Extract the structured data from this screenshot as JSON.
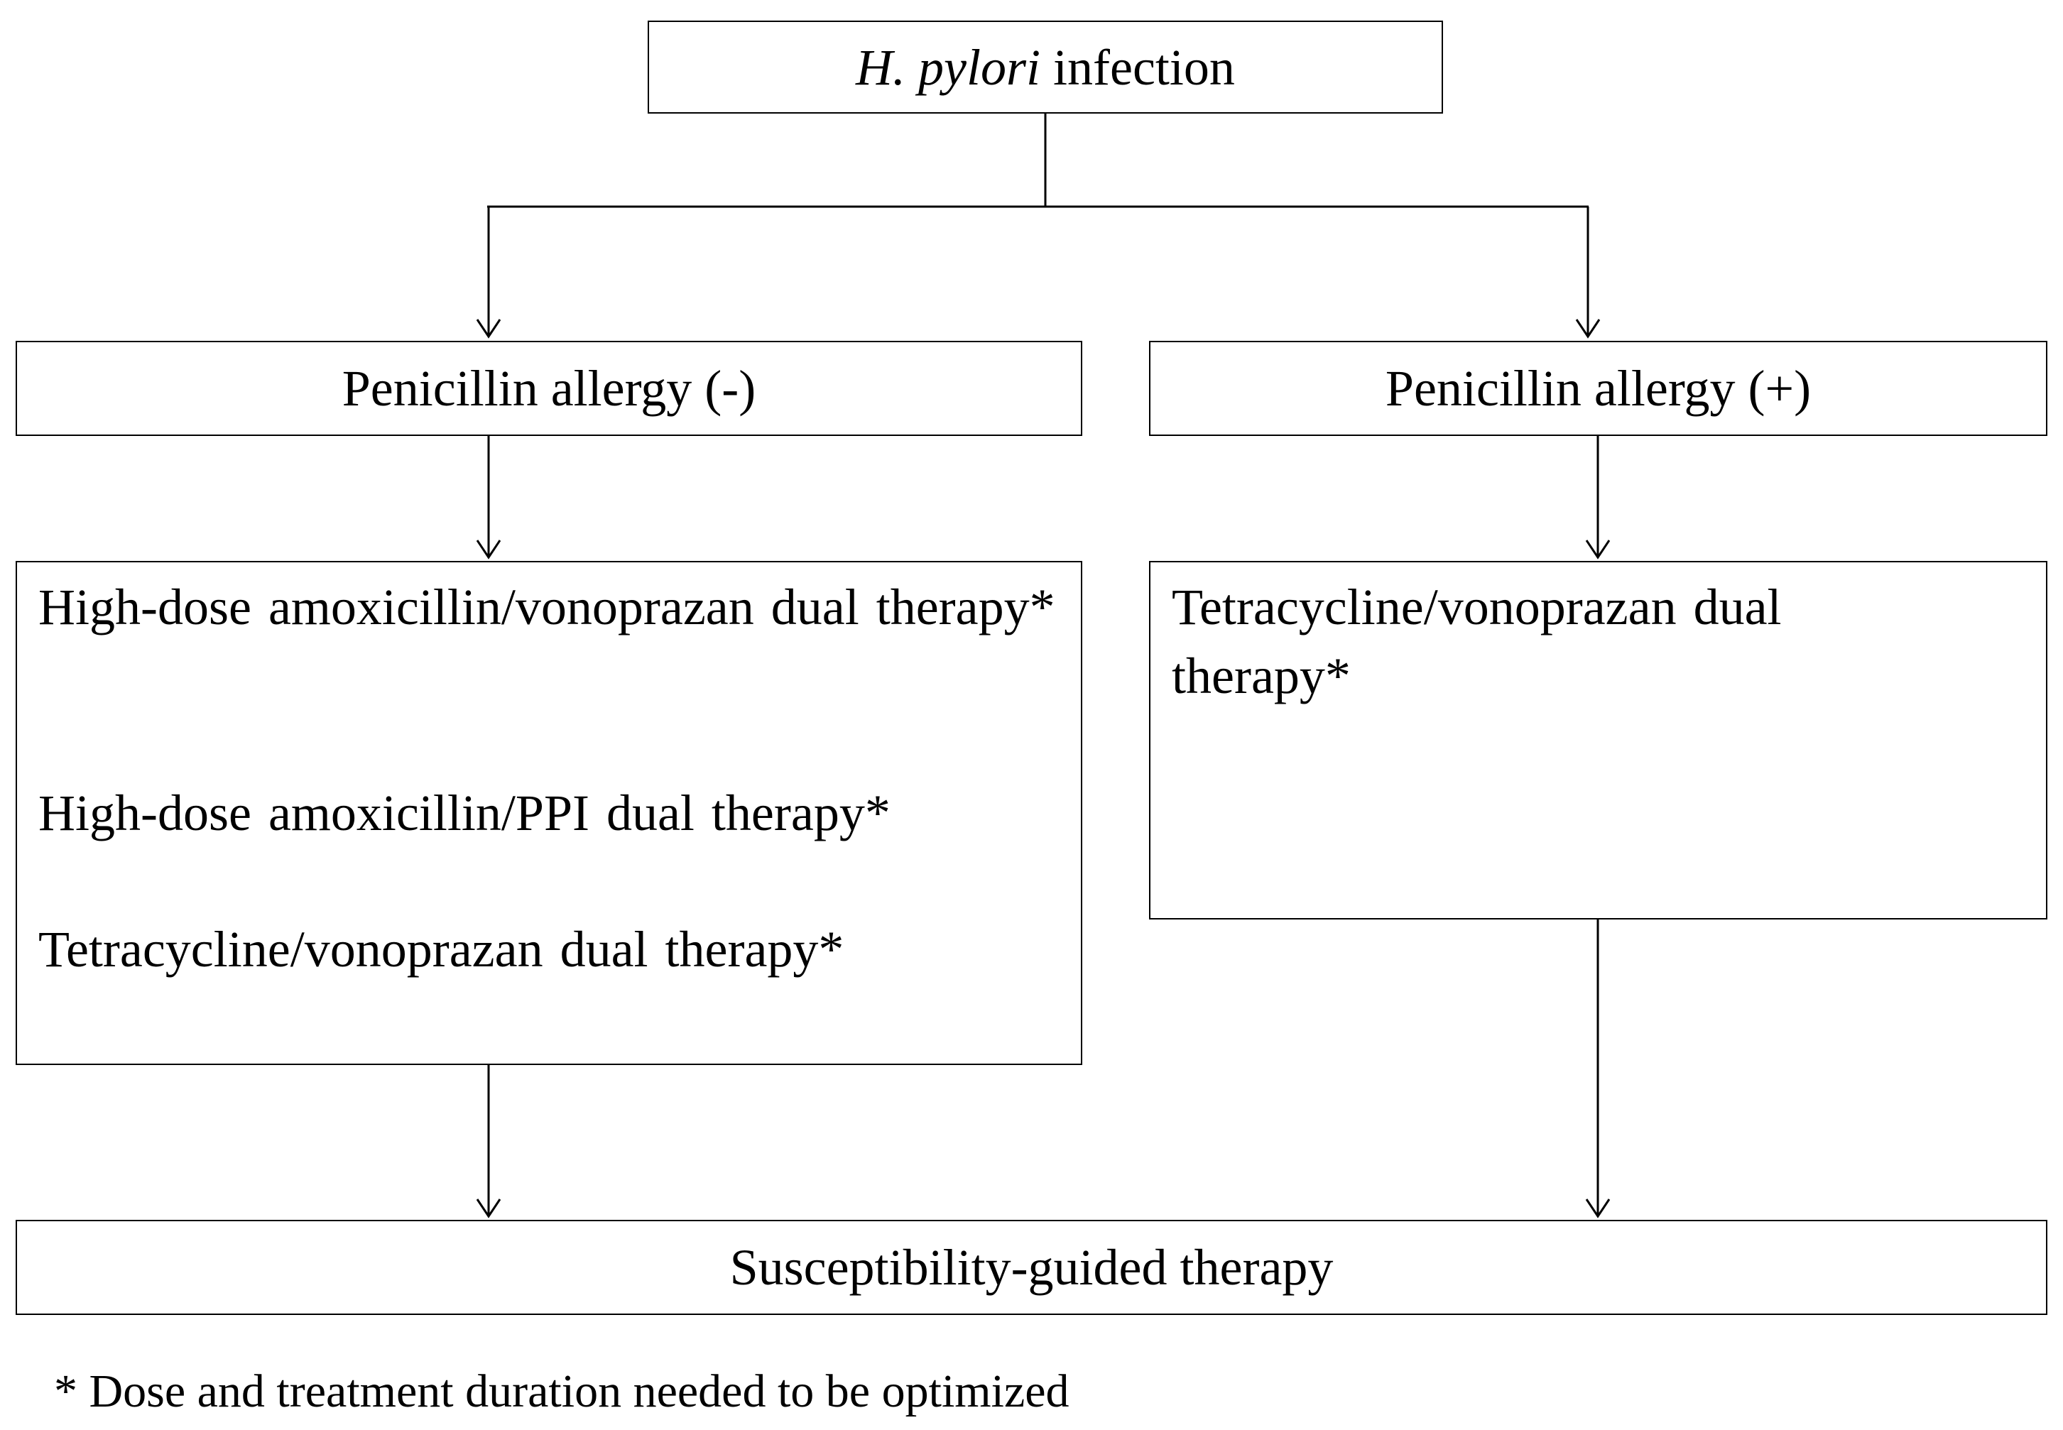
{
  "root": {
    "italic": "H. pylori",
    "rest": " infection"
  },
  "branches": [
    {
      "condition": "Penicillin allergy (-)",
      "therapies": [
        "High-dose amoxicillin/vonoprazan dual therapy*",
        "High-dose amoxicillin/PPI dual therapy*",
        "Tetracycline/vonoprazan dual therapy*"
      ]
    },
    {
      "condition": "Penicillin allergy (+)",
      "therapies": [
        "Tetracycline/vonoprazan dual therapy*"
      ]
    }
  ],
  "outcome": "Susceptibility-guided therapy",
  "footnote": "* Dose and treatment duration needed to be optimized"
}
